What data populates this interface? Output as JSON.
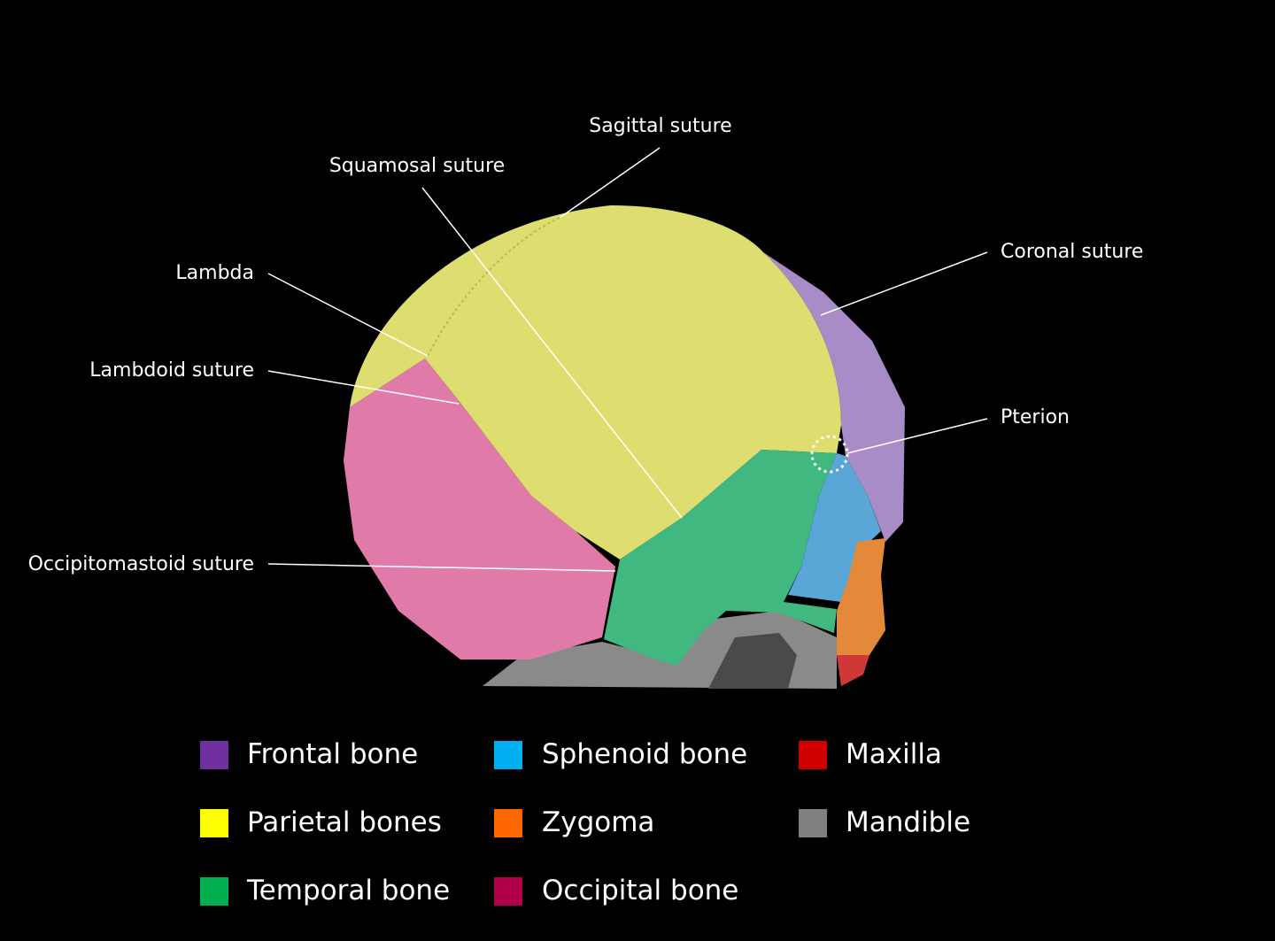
{
  "labels": {
    "sagittal": "Sagittal suture",
    "squamosal": "Squamosal suture",
    "lambda": "Lambda",
    "lambdoid": "Lambdoid suture",
    "occipitomastoid": "Occipitomastoid suture",
    "coronal": "Coronal suture",
    "pterion": "Pterion"
  },
  "legend": [
    {
      "label": "Frontal bone",
      "color": "#7030a0"
    },
    {
      "label": "Parietal bones",
      "color": "#ffff00"
    },
    {
      "label": "Temporal bone",
      "color": "#00b050"
    },
    {
      "label": "Sphenoid bone",
      "color": "#00b0f0"
    },
    {
      "label": "Zygoma",
      "color": "#ff6600"
    },
    {
      "label": "Occipital bone",
      "color": "#b0004a"
    },
    {
      "label": "Maxilla",
      "color": "#d00000"
    },
    {
      "label": "Mandible",
      "color": "#808080"
    }
  ]
}
